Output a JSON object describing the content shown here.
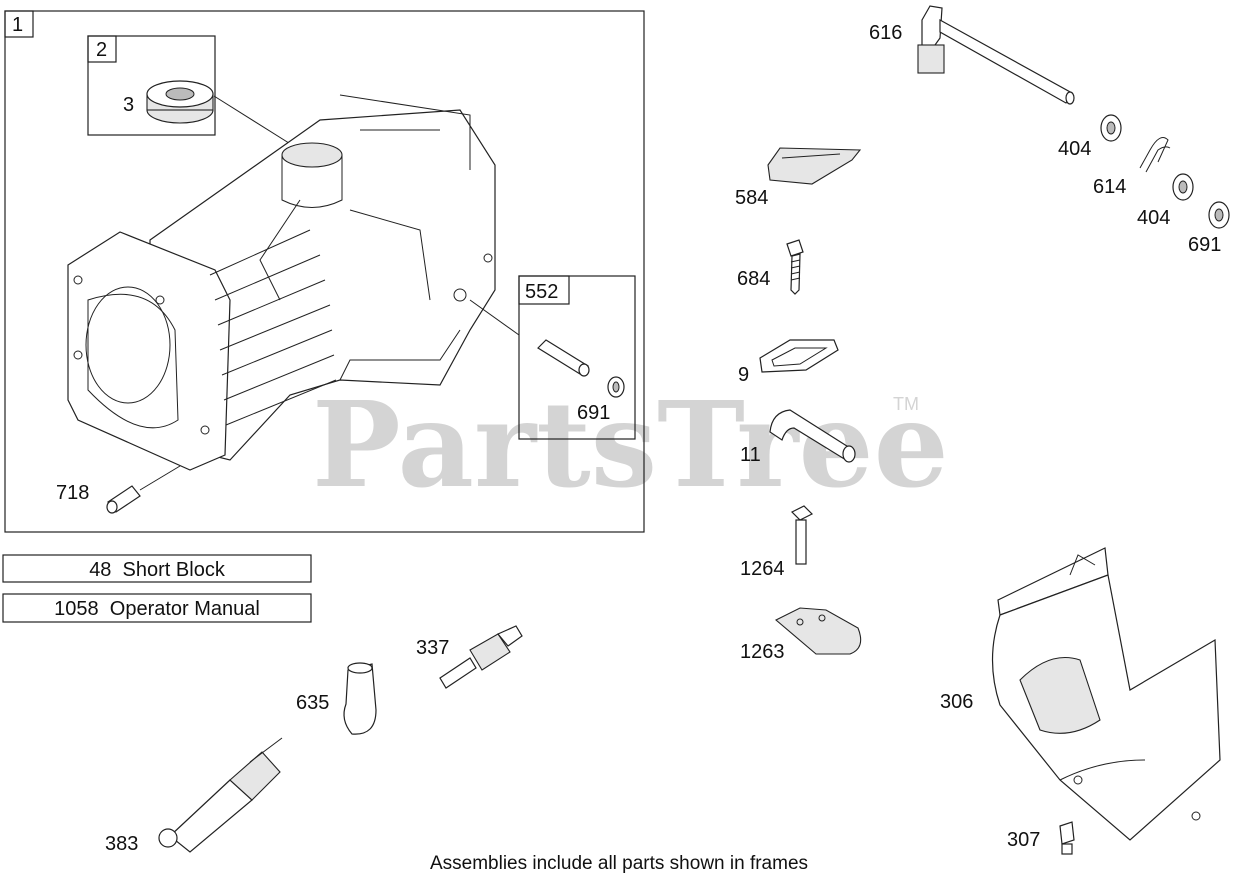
{
  "watermark": {
    "brand": "PartsTree",
    "trademark": "TM"
  },
  "frames": {
    "short_block_frame": "1",
    "bearing_frame": "2",
    "dowel_frame": "552"
  },
  "labels": {
    "p3": "3",
    "p552_691": "691",
    "p718": "718",
    "p616": "616",
    "p404a": "404",
    "p614": "614",
    "p404b": "404",
    "p691": "691",
    "p584": "584",
    "p684": "684",
    "p9": "9",
    "p11": "11",
    "p1264": "1264",
    "p1263": "1263",
    "p306": "306",
    "p307": "307",
    "p337": "337",
    "p635": "635",
    "p383": "383"
  },
  "assembly_boxes": [
    {
      "text": "48  Short Block"
    },
    {
      "text": "1058  Operator Manual"
    }
  ],
  "footer": "Assemblies include all parts shown in frames"
}
